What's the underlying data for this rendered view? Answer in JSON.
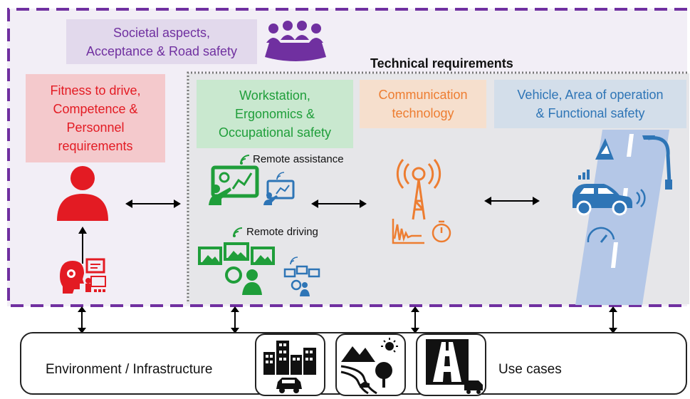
{
  "societal": {
    "line1": "Societal aspects,",
    "line2": "Acceptance & Road safety",
    "icon": "group-people-icon"
  },
  "technical_requirements": "Technical requirements",
  "fitness": {
    "line1": "Fitness to drive,",
    "line2": "Competence &",
    "line3": "Personnel",
    "line4": "requirements"
  },
  "workstation": {
    "line1": "Workstation,",
    "line2": "Ergonomics &",
    "line3": "Occupational safety"
  },
  "communication": {
    "line1": "Communication",
    "line2": "technology"
  },
  "vehicle": {
    "line1": "Vehicle, Area of operation",
    "line2": "& Functional safety"
  },
  "remote_assistance": "Remote assistance",
  "remote_driving": "Remote driving",
  "environment": "Environment / Infrastructure",
  "use_cases": "Use cases",
  "colors": {
    "purple": "#7030a0",
    "red": "#e31b23",
    "green": "#1f9e3a",
    "orange": "#ed7d31",
    "blue": "#2e75b6",
    "gray_dots": "#7a7a7a"
  }
}
